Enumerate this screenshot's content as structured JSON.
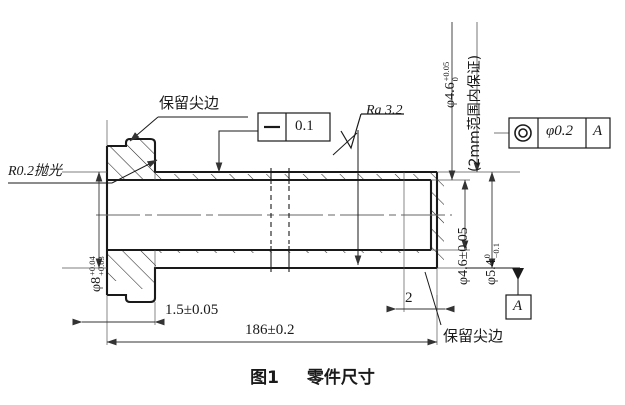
{
  "figure": {
    "caption_number": "图1",
    "caption_title": "零件尺寸",
    "type": "mechanical-part-drawing-section-view"
  },
  "annotations": {
    "radius_note": "R0.2抛光",
    "sharp_edge_left": "保留尖边",
    "sharp_edge_right": "保留尖边",
    "roughness": "Ra 3.2"
  },
  "feature_frames": {
    "flatness": {
      "symbol": "straightness-icon",
      "value": "0.1"
    },
    "concentricity": {
      "symbol": "concentricity-icon",
      "value": "φ0.2",
      "datum": "A"
    },
    "datum_label": "A"
  },
  "dimensions": {
    "outer_flange_dia": {
      "main": "φ8",
      "upper": "+0.04",
      "lower": "+0.03"
    },
    "bore_top_dia": {
      "main": "φ4.6",
      "upper": "+0.05",
      "lower": "0",
      "note": "(2mm范围内保证)"
    },
    "bore_right_dia": {
      "main": "φ4.6±0.05"
    },
    "tube_outer_dia": {
      "main": "φ5.4",
      "upper": "0",
      "lower": "−0.1"
    },
    "flange_thickness": "1.5±0.05",
    "total_length": "186±0.2",
    "right_land": "2"
  }
}
